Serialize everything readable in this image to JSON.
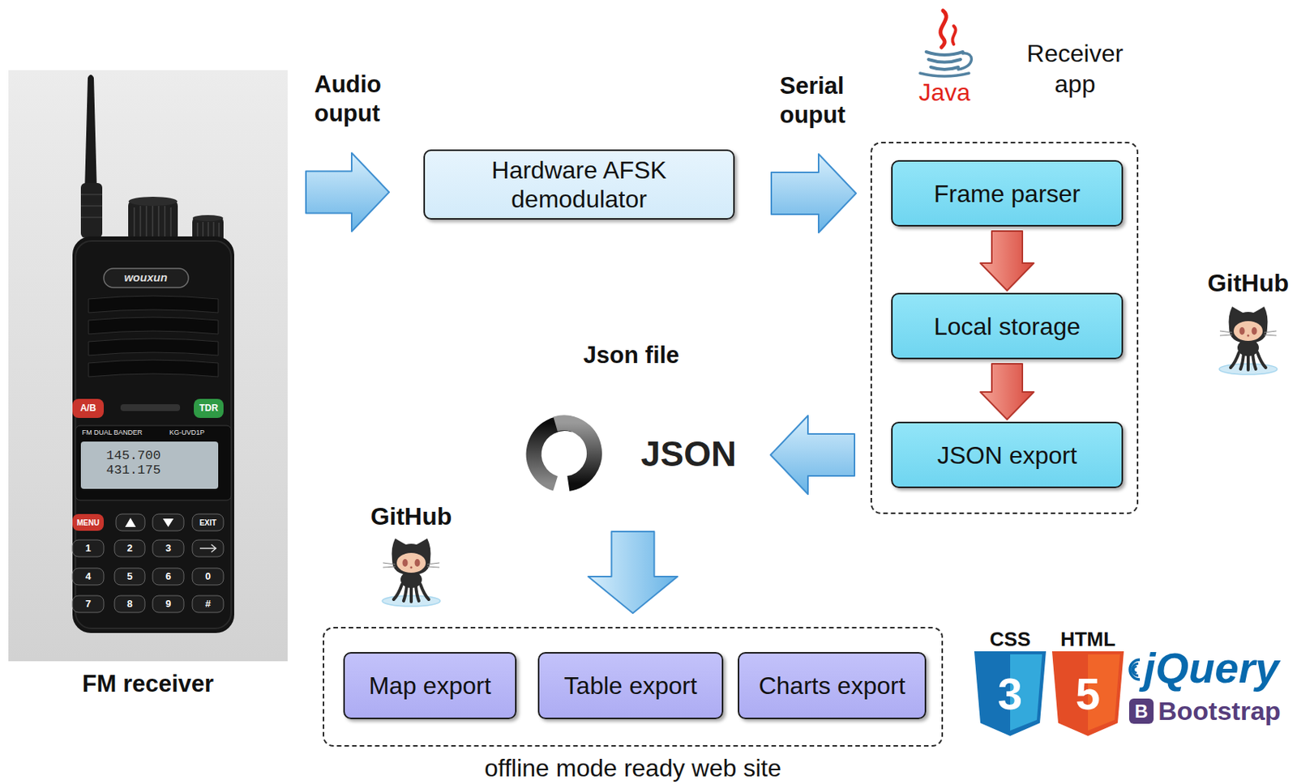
{
  "diagram": {
    "nodes": [
      {
        "text": [
          "FM receiver"
        ]
      },
      {
        "text": [
          "Hardware AFSK demodulator"
        ]
      },
      {
        "text": [
          "Receiver app"
        ]
      },
      {
        "text": [
          "Frame parser"
        ],
        "in": 2
      },
      {
        "text": [
          "Local storage"
        ],
        "in": 2
      },
      {
        "text": [
          "JSON export"
        ],
        "in": 2
      },
      {
        "text": [
          "Json file",
          "JSON"
        ]
      },
      {
        "text": [
          "offline mode ready web site"
        ]
      },
      {
        "text": [
          "Map export"
        ],
        "in": 7
      },
      {
        "text": [
          "Table export"
        ],
        "in": 7
      },
      {
        "text": [
          "Charts export"
        ],
        "in": 7
      }
    ],
    "edges": [
      {
        "from": 0,
        "to": 1,
        "arrow": "to",
        "label": "Audio ouput"
      },
      {
        "from": 1,
        "to": 2,
        "arrow": "to",
        "label": "Serial ouput"
      },
      {
        "from": 3,
        "to": 4,
        "arrow": "to"
      },
      {
        "from": 4,
        "to": 5,
        "arrow": "to"
      },
      {
        "from": 2,
        "to": 6,
        "arrow": "to"
      },
      {
        "from": 6,
        "to": 7,
        "arrow": "to"
      }
    ],
    "labels": [
      "wouxun",
      "A/B",
      "TDR",
      "FM DUAL BANDER",
      "KG-UVD1P",
      "145.700",
      "431.175",
      "MENU",
      "EXIT",
      "1",
      "2",
      "3",
      "4",
      "5",
      "6",
      "0",
      "7",
      "8",
      "9",
      "#",
      "Java",
      "GitHub",
      "GitHub",
      "CSS",
      "3",
      "HTML",
      "5",
      "jQuery",
      "B",
      "Bootstrap"
    ]
  }
}
